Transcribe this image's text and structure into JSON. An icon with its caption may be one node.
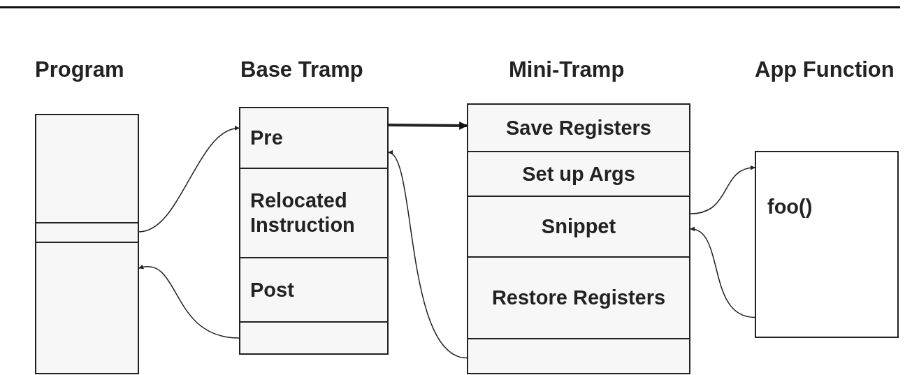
{
  "diagram": {
    "nodes": [
      {
        "text": [
          "Program"
        ]
      },
      {
        "text": [],
        "shape": "box",
        "in": 0
      },
      {
        "text": [],
        "shape": "box",
        "in": 0
      },
      {
        "text": [],
        "shape": "box",
        "in": 0
      },
      {
        "text": [
          "Base Tramp"
        ]
      },
      {
        "text": [
          "Pre"
        ],
        "in": 4
      },
      {
        "text": [
          "Relocated Instruction"
        ],
        "in": 4
      },
      {
        "text": [
          "Post"
        ],
        "in": 4
      },
      {
        "text": [],
        "shape": "box",
        "in": 4
      },
      {
        "text": [
          "Mini-Tramp"
        ]
      },
      {
        "text": [
          "Save Registers"
        ],
        "in": 9
      },
      {
        "text": [
          "Set up Args"
        ],
        "in": 9
      },
      {
        "text": [
          "Snippet"
        ],
        "in": 9
      },
      {
        "text": [
          "Restore Registers"
        ],
        "in": 9
      },
      {
        "text": [],
        "shape": "box",
        "in": 9
      },
      {
        "text": [
          "foo()"
        ],
        "beside": [
          "App Function"
        ]
      }
    ],
    "edges": [
      {
        "from": 2,
        "to": 5,
        "arrow": "to"
      },
      {
        "from": 8,
        "to": 3,
        "arrow": "to"
      },
      {
        "from": 5,
        "to": 10,
        "arrow": "to",
        "style": "thick"
      },
      {
        "from": 14,
        "to": 5,
        "arrow": "to"
      },
      {
        "from": 12,
        "to": 15,
        "arrow": "to"
      },
      {
        "from": 15,
        "to": 12,
        "arrow": "to"
      }
    ]
  }
}
